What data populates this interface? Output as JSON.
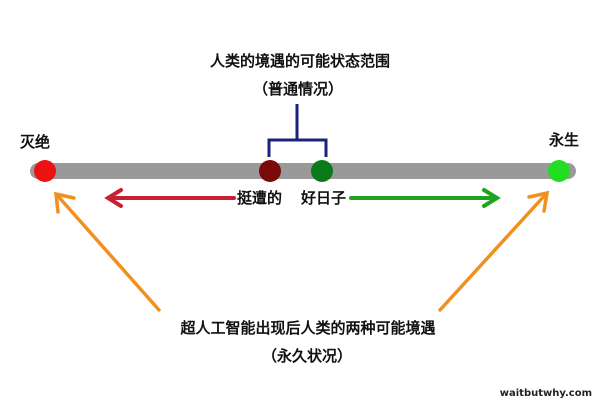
{
  "title": "人类的境遇的可能状态范围",
  "title_sub": "（普通情况）",
  "left_end": "灭绝",
  "right_end": "永生",
  "bad_label": "挺遭的",
  "good_label": "好日子",
  "bottom_title": "超人工智能出现后人类的两种可能境遇",
  "bottom_sub": "（永久状况）",
  "watermark": "waitbutwhy.com",
  "colors": {
    "bar": "#999999",
    "extinction": "#ee1111",
    "bad": "#7a0a0a",
    "good": "#0a7a1a",
    "immortality": "#22dd22",
    "bracket": "#1a237e",
    "red_arrow": "#c62032",
    "green_arrow": "#1ea41e",
    "orange_arrow": "#f0901e"
  }
}
